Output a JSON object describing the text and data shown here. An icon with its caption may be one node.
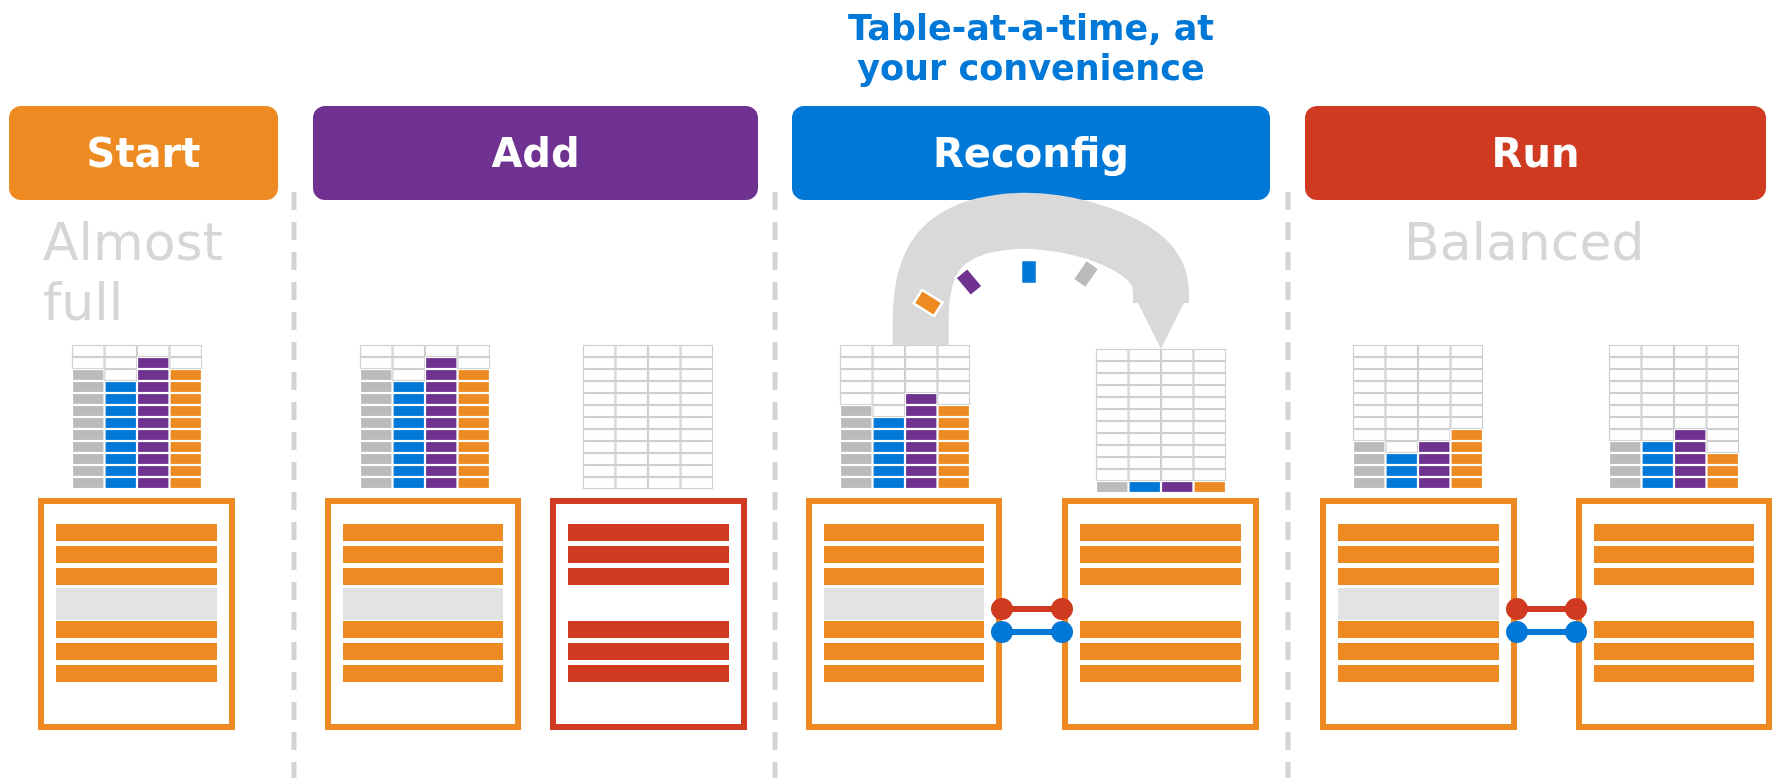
{
  "diagram": {
    "nodes": [
      {
        "text": [
          "Start"
        ]
      },
      {
        "text": [
          "Add"
        ]
      },
      {
        "text": [
          "Reconfig"
        ],
        "beside": [
          "Table-at-a-time, at your convenience"
        ]
      },
      {
        "text": [
          "Run"
        ]
      },
      {
        "text": [],
        "shape": "box"
      },
      {
        "text": [],
        "shape": "box"
      },
      {
        "text": [],
        "shape": "box"
      },
      {
        "text": [],
        "shape": "table"
      },
      {
        "text": [],
        "shape": "table"
      },
      {
        "text": [],
        "shape": "box"
      },
      {
        "text": [],
        "shape": "box"
      },
      {
        "text": [],
        "shape": "box"
      },
      {
        "text": [],
        "shape": "box"
      }
    ],
    "edges": [
      {
        "from": 7,
        "to": 8,
        "arrow": "to",
        "style": "thick",
        "color": "#d9d9d9"
      },
      {
        "from": 9,
        "to": 10,
        "arrow": "other",
        "color": "#cf3a20"
      },
      {
        "from": 9,
        "to": 10,
        "arrow": "other",
        "color": "#0078d7"
      },
      {
        "from": 11,
        "to": 12,
        "arrow": "other",
        "color": "#cf3a20"
      },
      {
        "from": 11,
        "to": 12,
        "arrow": "other",
        "color": "#0078d7"
      }
    ],
    "labels": [
      "Almost full",
      "Balanced"
    ]
  }
}
